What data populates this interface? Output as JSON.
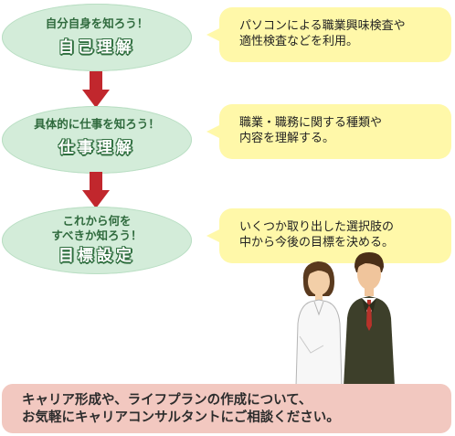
{
  "steps": [
    {
      "subtitle": "自分自身を知ろう！",
      "title": "自己理解"
    },
    {
      "subtitle": "具体的に仕事を知ろう！",
      "title": "仕事理解"
    },
    {
      "subtitle": "これから何を\nすべきか知ろう！",
      "title": "目標設定"
    }
  ],
  "bubbles": [
    {
      "text": "パソコンによる職業興味検査や\n適性検査などを利用。"
    },
    {
      "text": "職業・職務に関する種類や\n内容を理解する。"
    },
    {
      "text": "いくつか取り出した選択肢の\n中から今後の目標を決める。"
    }
  ],
  "banner": {
    "text": "キャリア形成や、ライフプランの作成について、\nお気軽にキャリアコンサルタントにご相談ください。"
  },
  "colors": {
    "oval": "#d3ecd9",
    "step_text": "#2f6a3d",
    "arrow": "#c1272d",
    "bubble": "#fff8a9",
    "banner": "#f2c8c0"
  },
  "icons": {
    "flow_arrow": "down-arrow-icon",
    "illustration": "business-couple-illustration"
  }
}
